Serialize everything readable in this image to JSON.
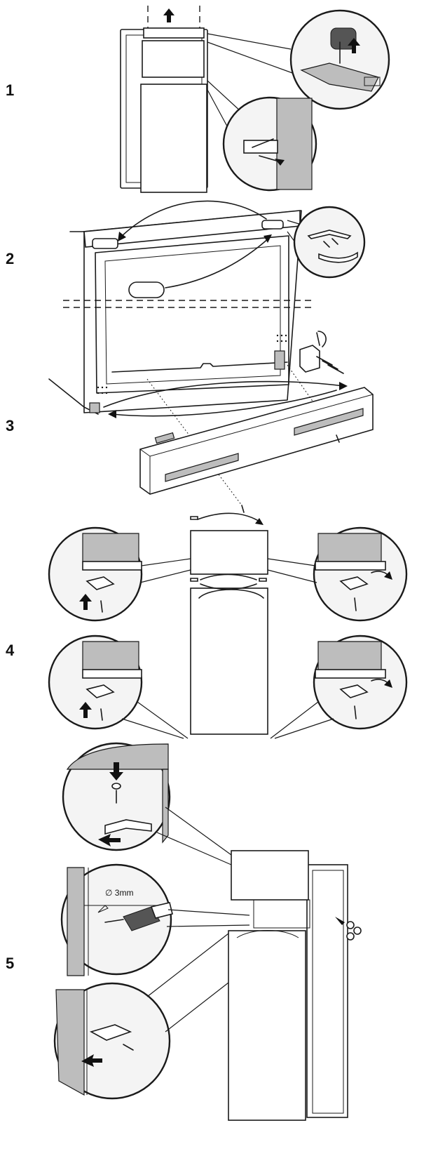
{
  "steps": [
    {
      "number": "1"
    },
    {
      "number": "2"
    },
    {
      "number": "3"
    },
    {
      "number": "4"
    },
    {
      "number": "5"
    }
  ],
  "drill_label": "∅ 3mm",
  "colors": {
    "line": "#1a1a1a",
    "shade": "#bdbdbd",
    "background": "#ffffff"
  },
  "icons": [
    "up-arrow-icon",
    "down-arrow-icon",
    "curved-arrow-icon",
    "screw-icon",
    "drill-icon"
  ]
}
